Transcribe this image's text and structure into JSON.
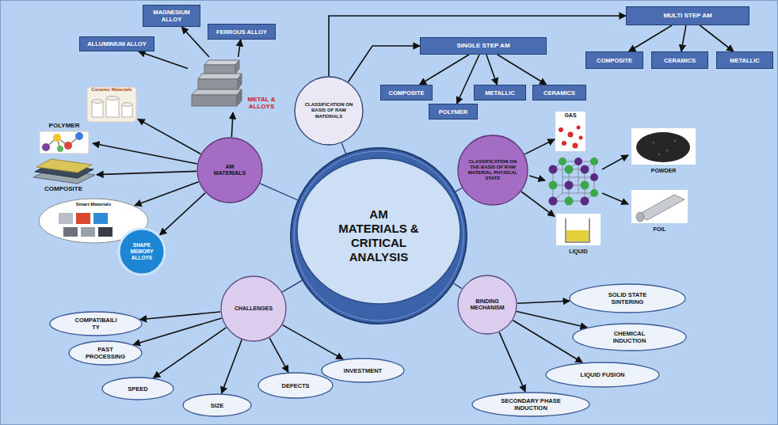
{
  "diagram": {
    "nodes": [
      {
        "text": [
          "MAGNESIUM ALLOY"
        ]
      },
      {
        "text": [
          "ALLUMINIUM ALLOY"
        ]
      },
      {
        "text": [
          "FERROUS ALLOY"
        ]
      },
      {
        "text": [
          "METAL & ALLOYS"
        ]
      },
      {
        "text": [
          "Ceramic Materials"
        ]
      },
      {
        "text": [
          "POLYMER"
        ]
      },
      {
        "text": [
          "COMPOSITE"
        ]
      },
      {
        "text": [
          "Smart Materials"
        ]
      },
      {
        "text": [
          "SHAPE MEMORY ALLOYS"
        ]
      },
      {
        "text": [
          "AM MATERIALS"
        ]
      },
      {
        "text": [
          "CLASSIFICATION ON BASIS OF RAW MATERIALS"
        ]
      },
      {
        "text": [
          "SINGLE STEP AM"
        ]
      },
      {
        "text": [
          "COMPOSITE"
        ]
      },
      {
        "text": [
          "POLYMER"
        ]
      },
      {
        "text": [
          "METALLIC"
        ]
      },
      {
        "text": [
          "CERAMICS"
        ]
      },
      {
        "text": [
          "MULTI STEP AM"
        ]
      },
      {
        "text": [
          "COMPOSITE"
        ]
      },
      {
        "text": [
          "CERAMICS"
        ]
      },
      {
        "text": [
          "METALLIC"
        ]
      },
      {
        "text": [
          "AM MATERIALS & CRITICAL ANALYSIS"
        ]
      },
      {
        "text": [
          "CLASSIFICATION ON THE BASIS OF RAW MATERIAL PHYSICAL STATE"
        ]
      },
      {
        "text": [
          "GAS"
        ]
      },
      {
        "text": [
          "LIQUID"
        ]
      },
      {
        "text": [
          "POWDER"
        ]
      },
      {
        "text": [
          "FOIL"
        ]
      },
      {
        "text": [
          "BINDING MECHANISM"
        ]
      },
      {
        "text": [
          "SOLID STATE SINTERING"
        ]
      },
      {
        "text": [
          "CHEMICAL INDUCTION"
        ]
      },
      {
        "text": [
          "LIQUID FUSION"
        ]
      },
      {
        "text": [
          "SECONDARY PHASE INDUCTION"
        ]
      },
      {
        "text": [
          "CHALLENGES"
        ]
      },
      {
        "text": [
          "COMPATIBAILI TY"
        ]
      },
      {
        "text": [
          "PAST PROCESSING"
        ]
      },
      {
        "text": [
          "SPEED"
        ]
      },
      {
        "text": [
          "SIZE"
        ]
      },
      {
        "text": [
          "DEFECTS"
        ]
      },
      {
        "text": [
          "INVESTMENT"
        ]
      }
    ],
    "edges": [
      {
        "from": 20,
        "to": 9,
        "arrow": "none"
      },
      {
        "from": 20,
        "to": 10,
        "arrow": "none"
      },
      {
        "from": 20,
        "to": 21,
        "arrow": "none"
      },
      {
        "from": 20,
        "to": 26,
        "arrow": "none"
      },
      {
        "from": 20,
        "to": 31,
        "arrow": "none"
      },
      {
        "from": 9,
        "to": 3,
        "arrow": "to"
      },
      {
        "from": 3,
        "to": 0,
        "arrow": "to"
      },
      {
        "from": 3,
        "to": 1,
        "arrow": "to"
      },
      {
        "from": 3,
        "to": 2,
        "arrow": "to"
      },
      {
        "from": 9,
        "to": 4,
        "arrow": "to"
      },
      {
        "from": 9,
        "to": 5,
        "arrow": "to"
      },
      {
        "from": 9,
        "to": 6,
        "arrow": "to"
      },
      {
        "from": 9,
        "to": 7,
        "arrow": "to"
      },
      {
        "from": 9,
        "to": 8,
        "arrow": "to"
      },
      {
        "from": 10,
        "to": 11,
        "arrow": "to"
      },
      {
        "from": 10,
        "to": 16,
        "arrow": "to"
      },
      {
        "from": 11,
        "to": 12,
        "arrow": "to"
      },
      {
        "from": 11,
        "to": 13,
        "arrow": "to"
      },
      {
        "from": 11,
        "to": 14,
        "arrow": "to"
      },
      {
        "from": 11,
        "to": 15,
        "arrow": "to"
      },
      {
        "from": 16,
        "to": 17,
        "arrow": "to"
      },
      {
        "from": 16,
        "to": 18,
        "arrow": "to"
      },
      {
        "from": 16,
        "to": 19,
        "arrow": "to"
      },
      {
        "from": 21,
        "to": 22,
        "arrow": "to"
      },
      {
        "from": 21,
        "to": 23,
        "arrow": "to"
      },
      {
        "from": 26,
        "to": 27,
        "arrow": "to"
      },
      {
        "from": 26,
        "to": 28,
        "arrow": "to"
      },
      {
        "from": 26,
        "to": 29,
        "arrow": "to"
      },
      {
        "from": 26,
        "to": 30,
        "arrow": "to"
      },
      {
        "from": 31,
        "to": 32,
        "arrow": "to"
      },
      {
        "from": 31,
        "to": 33,
        "arrow": "to"
      },
      {
        "from": 31,
        "to": 34,
        "arrow": "to"
      },
      {
        "from": 31,
        "to": 35,
        "arrow": "to"
      },
      {
        "from": 31,
        "to": 36,
        "arrow": "to"
      },
      {
        "from": 31,
        "to": 37,
        "arrow": "to"
      }
    ]
  }
}
